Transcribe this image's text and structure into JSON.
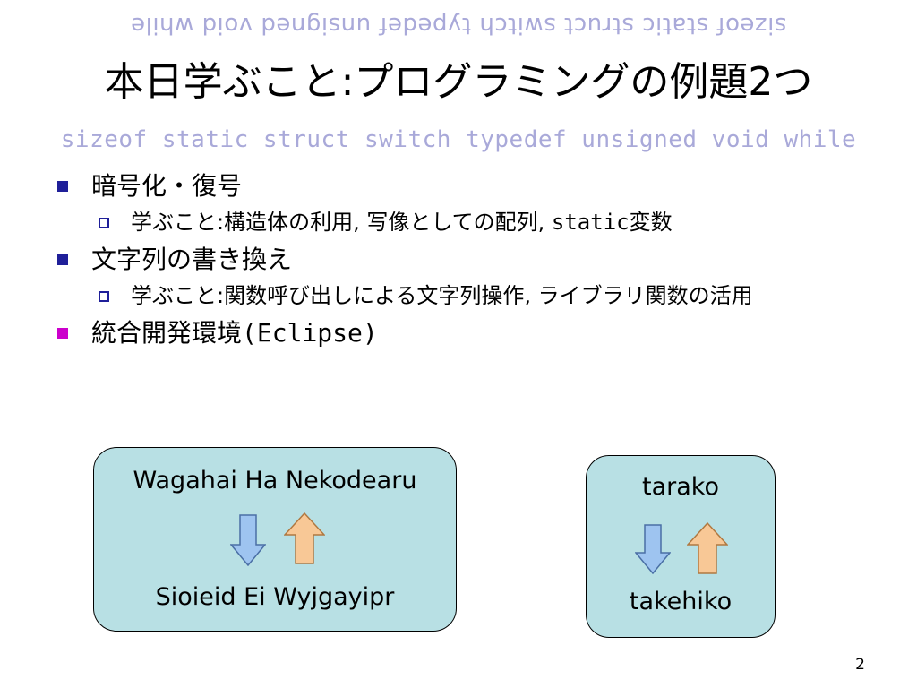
{
  "deco_text": "sizeof static struct switch typedef unsigned void while",
  "title": "本日学ぶこと:プログラミングの例題2つ",
  "bullets": [
    {
      "text": "暗号化・復号",
      "sub": {
        "lead": "学ぶこと:構造体の利用, 写像としての配列, ",
        "code": "static",
        "tail": "変数"
      }
    },
    {
      "text": "文字列の書き換え",
      "sub": {
        "lead": "学ぶこと:関数呼び出しによる文字列操作, ライブラリ関数の活用",
        "code": "",
        "tail": ""
      }
    },
    {
      "text": "統合開発環境",
      "code": "(Eclipse)"
    }
  ],
  "example1": {
    "top": "Wagahai Ha Nekodearu",
    "bottom": "Sioieid Ei Wyjgayipr"
  },
  "example2": {
    "top": "tarako",
    "bottom": "takehiko"
  },
  "colors": {
    "bullet_square": "#1f1f99",
    "bullet_magenta": "#cc00cc",
    "box_fill": "#b8e0e4",
    "arrow_down": "#9ec4f0",
    "arrow_up": "#f8c896",
    "deco_text": "#a9a9d9"
  },
  "page_number": "2"
}
